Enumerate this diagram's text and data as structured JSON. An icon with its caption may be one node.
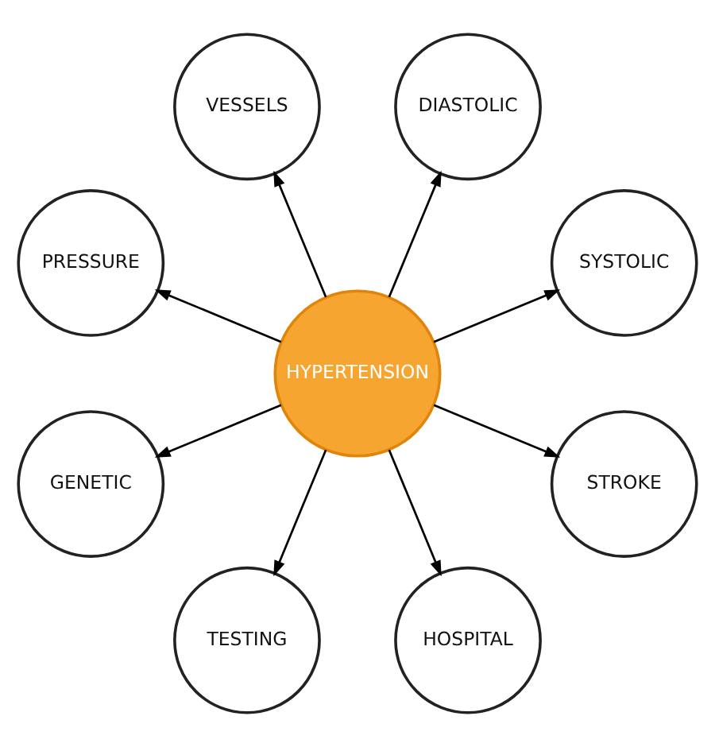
{
  "diagram": {
    "nodes": [
      {
        "text": [
          "HYPERTENSION"
        ]
      },
      {
        "text": [
          "SYSTOLIC"
        ]
      },
      {
        "text": [
          "DIASTOLIC"
        ]
      },
      {
        "text": [
          "VESSELS"
        ]
      },
      {
        "text": [
          "PRESSURE"
        ]
      },
      {
        "text": [
          "GENETIC"
        ]
      },
      {
        "text": [
          "TESTING"
        ]
      },
      {
        "text": [
          "HOSPITAL"
        ]
      },
      {
        "text": [
          "STROKE"
        ]
      }
    ],
    "edges": [
      {
        "from": 0,
        "to": 1,
        "arrow": "to"
      },
      {
        "from": 0,
        "to": 2,
        "arrow": "to"
      },
      {
        "from": 0,
        "to": 3,
        "arrow": "to"
      },
      {
        "from": 0,
        "to": 4,
        "arrow": "to"
      },
      {
        "from": 0,
        "to": 5,
        "arrow": "to"
      },
      {
        "from": 0,
        "to": 6,
        "arrow": "to"
      },
      {
        "from": 0,
        "to": 7,
        "arrow": "to"
      },
      {
        "from": 0,
        "to": 8,
        "arrow": "to"
      }
    ]
  }
}
